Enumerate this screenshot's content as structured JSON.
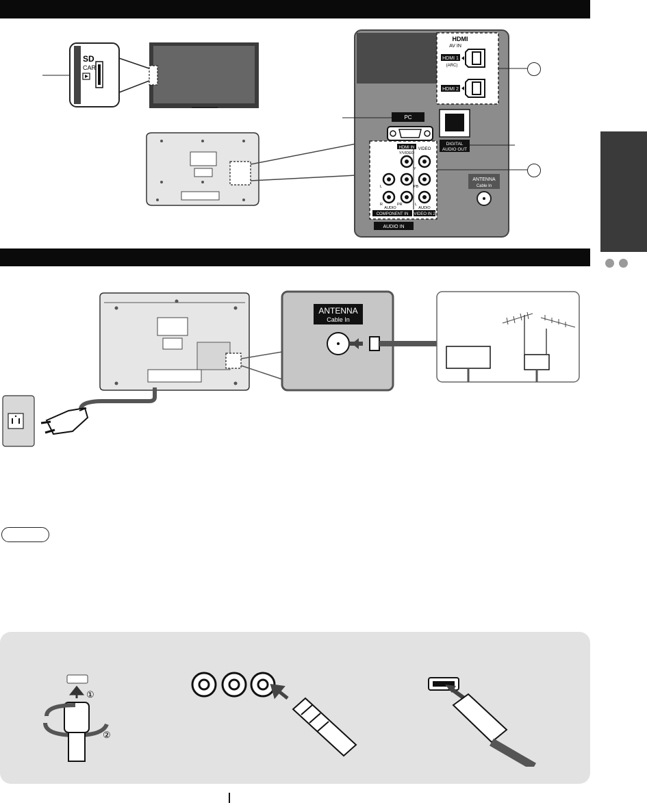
{
  "sd_slot": {
    "line1": "SD",
    "line2": "CARD"
  },
  "back_panel": {
    "hdmi_logo": "HDMI",
    "av_in": "AV IN",
    "hdmi1": "HDMI 1",
    "arc": "(ARC)",
    "hdmi2": "HDMI 2",
    "pc": "PC",
    "digital_audio_out_1": "DIGITAL",
    "digital_audio_out_2": "AUDIO OUT",
    "hdmi_in": "HDMI IN",
    "y_video": "Y/VIDEO",
    "video": "VIDEO",
    "audio": "AUDIO",
    "component_in": "COMPONENT IN",
    "video_in_2": "VIDEO IN 2",
    "audio_in": "AUDIO IN",
    "antenna": "ANTENNA",
    "cable_in": "Cable In",
    "L": "L",
    "R": "R",
    "Y": "Y",
    "PB": "PB",
    "PR": "PR"
  },
  "antenna_zoom": {
    "title": "ANTENNA",
    "subtitle": "Cable In"
  },
  "antenna_box": {
    "subtitle": "Cable In"
  },
  "steps": {
    "step1": "①",
    "step2": "②"
  },
  "colors": {
    "banner": "#0a0a0a",
    "panel_gray": "#8c8c8c",
    "panel_dark": "#4a4a4a",
    "sidetab": "#3a3a3a",
    "bottom_panel": "#e2e2e2"
  }
}
